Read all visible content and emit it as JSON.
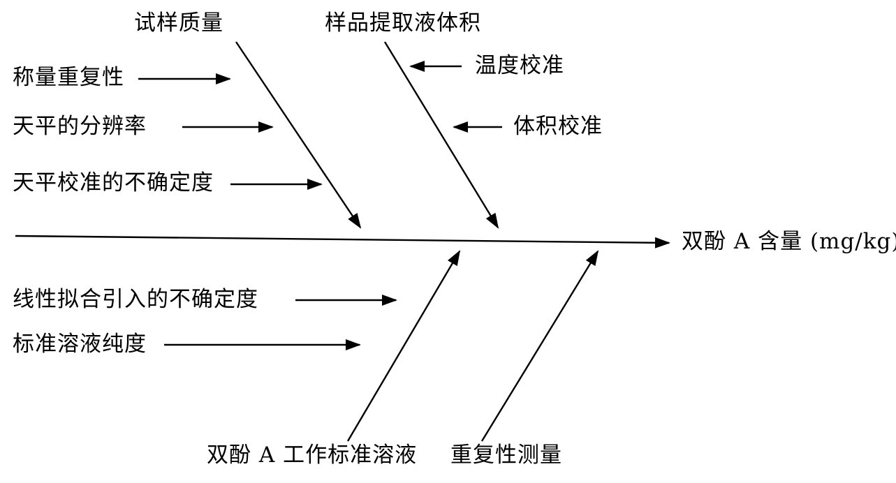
{
  "diagram": {
    "effect": "双酚 A 含量 (mg/kg)",
    "causes": {
      "sample_mass": {
        "label": "试样质量",
        "factors": [
          "称量重复性",
          "天平的分辨率",
          "天平校准的不确定度"
        ]
      },
      "extract_volume": {
        "label": "样品提取液体积",
        "factors": [
          "温度校准",
          "体积校准"
        ]
      },
      "working_standard": {
        "label": "双酚 A 工作标准溶液",
        "factors": [
          "线性拟合引入的不确定度",
          "标准溶液纯度"
        ]
      },
      "repeatability": {
        "label": "重复性测量",
        "factors": []
      }
    }
  }
}
